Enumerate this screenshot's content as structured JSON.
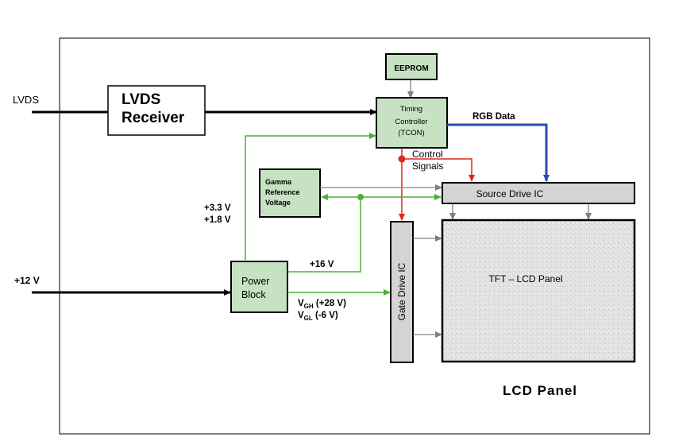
{
  "colors": {
    "green_box": "#c6e2c2",
    "gray_box": "#d4d4d4",
    "green_line": "#4caf3a",
    "red_line": "#e0281e",
    "blue_line": "#2a4da8",
    "gray_line": "#808080",
    "black": "#000000"
  },
  "inputs": {
    "lvds": "LVDS",
    "plus12v": "+12 V"
  },
  "blocks": {
    "lvds_receiver_line1": "LVDS",
    "lvds_receiver_line2": "Receiver",
    "eeprom": "EEPROM",
    "tcon_line1": "Timing",
    "tcon_line2": "Controller",
    "tcon_line3": "(TCON)",
    "gamma_line1": "Gamma",
    "gamma_line2": "Reference",
    "gamma_line3": "Voltage",
    "source_drive": "Source Drive IC",
    "gate_drive": "Gate Drive IC",
    "power_line1": "Power",
    "power_line2": "Block",
    "tft_panel": "TFT – LCD Panel"
  },
  "signals": {
    "rgb_data": "RGB Data",
    "control_line1": "Control",
    "control_line2": "Signals",
    "v33": "+3.3 V",
    "v18": "+1.8 V",
    "v16": "+16 V",
    "vgh_main": "V",
    "vgh_sub": "GH",
    "vgh_val": " (+28 V)",
    "vgl_main": "V",
    "vgl_sub": "GL",
    "vgl_val": " (-6 V)"
  },
  "caption": "LCD Panel"
}
